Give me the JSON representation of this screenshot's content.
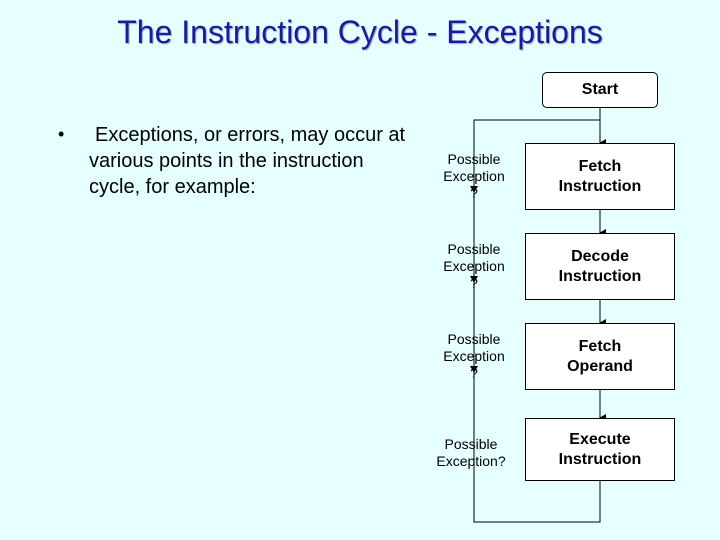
{
  "title": "The Instruction Cycle - Exceptions",
  "bullet": {
    "marker": "•",
    "lines": [
      "Exceptions, or errors, may occur at",
      "various points in the instruction",
      "cycle, for example:"
    ]
  },
  "flow": {
    "start": "Start",
    "steps": [
      {
        "line1": "Fetch",
        "line2": "Instruction"
      },
      {
        "line1": "Decode",
        "line2": "Instruction"
      },
      {
        "line1": "Fetch",
        "line2": "Operand"
      },
      {
        "line1": "Execute",
        "line2": "Instruction"
      }
    ],
    "exceptions": [
      {
        "line1": "Possible",
        "line2": "Exception",
        "line3": "?"
      },
      {
        "line1": "Possible",
        "line2": "Exception",
        "line3": "?"
      },
      {
        "line1": "Possible",
        "line2": "Exception",
        "line3": "?"
      },
      {
        "line1": "Possible",
        "line2": "Exception?",
        "line3": ""
      }
    ]
  },
  "colors": {
    "background": "#e6ffff",
    "title": "#1a1aa0",
    "box": "#ffffff",
    "line": "#000000"
  }
}
